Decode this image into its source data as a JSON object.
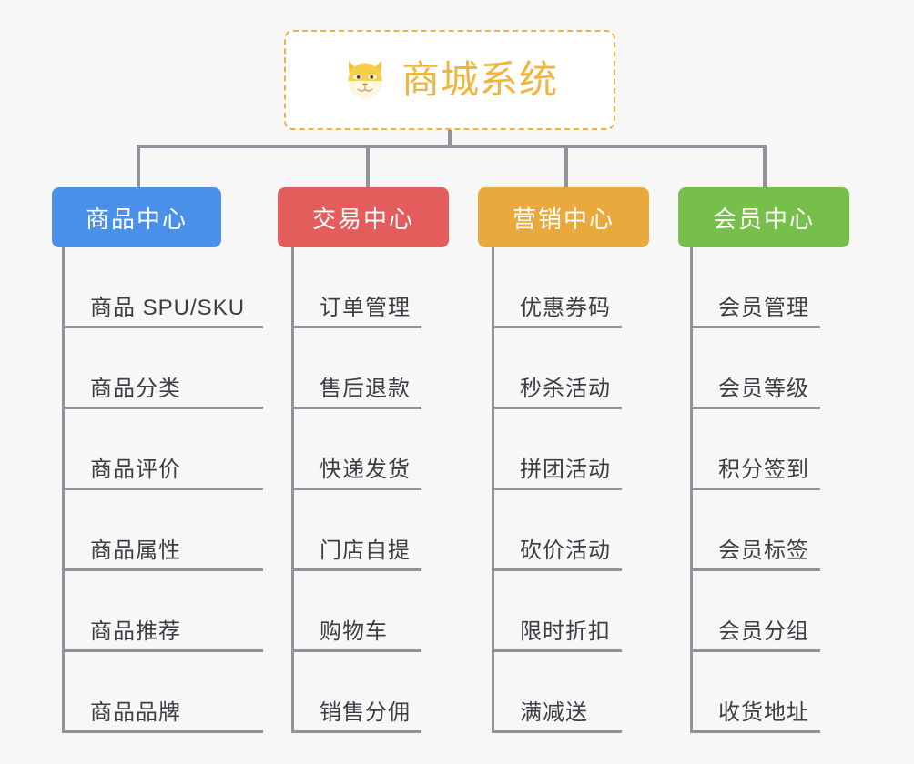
{
  "diagram": {
    "type": "org-chart",
    "background_color": "#f7f7f7",
    "connector_color": "#909399",
    "root": {
      "title": "商城系统",
      "icon": "shiba-dog-face-icon",
      "text_color": "#efb63f",
      "border_color": "#f0b049",
      "background_color": "#ffffff"
    },
    "branches": [
      {
        "label": "商品中心",
        "color": "#4a90e8",
        "items": [
          "商品 SPU/SKU",
          "商品分类",
          "商品评价",
          "商品属性",
          "商品推荐",
          "商品品牌"
        ]
      },
      {
        "label": "交易中心",
        "color": "#e35d5d",
        "items": [
          "订单管理",
          "售后退款",
          "快递发货",
          "门店自提",
          "购物车",
          "销售分佣"
        ]
      },
      {
        "label": "营销中心",
        "color": "#eaa93c",
        "items": [
          "优惠券码",
          "秒杀活动",
          "拼团活动",
          "砍价活动",
          "限时折扣",
          "满减送"
        ]
      },
      {
        "label": "会员中心",
        "color": "#76bf4a",
        "items": [
          "会员管理",
          "会员等级",
          "积分签到",
          "会员标签",
          "会员分组",
          "收货地址"
        ]
      }
    ]
  },
  "layout": {
    "branch_x": [
      57,
      305,
      525,
      745
    ],
    "branch_width": [
      186,
      188,
      188,
      188
    ],
    "drop_x": [
      150,
      402,
      620,
      838
    ],
    "leaf_underline_width": [
      218,
      140,
      140,
      140
    ]
  }
}
